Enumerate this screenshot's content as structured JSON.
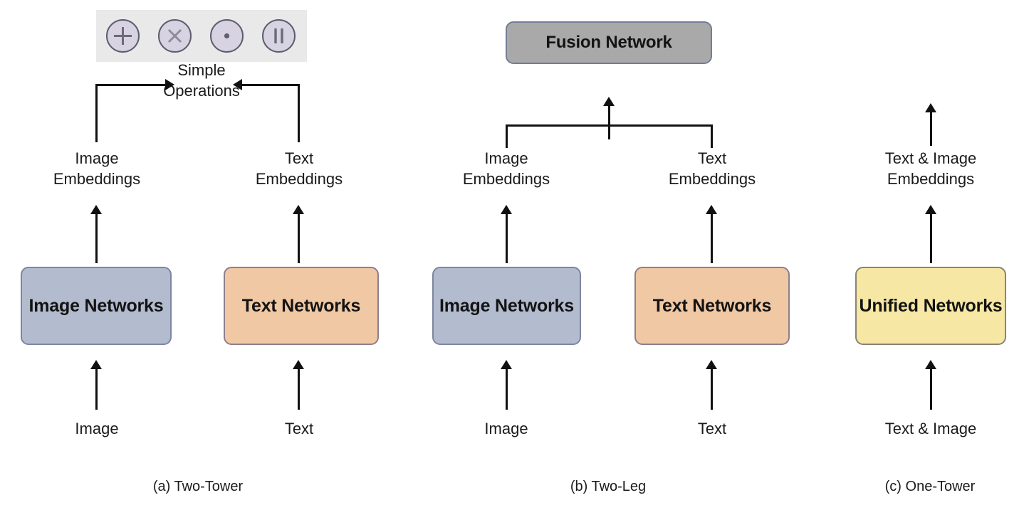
{
  "figure": {
    "title": "Multimodal model architectures",
    "panels": [
      {
        "id": "a",
        "caption": "(a) Two-Tower",
        "ops_strip": {
          "label": "Simple\nOperations",
          "operations": [
            {
              "name": "plus-icon",
              "symbol": "+"
            },
            {
              "name": "multiply-icon",
              "symbol": "×"
            },
            {
              "name": "dot-product-icon",
              "symbol": "·"
            },
            {
              "name": "concat-icon",
              "symbol": "||"
            }
          ]
        },
        "left": {
          "embedding_label": "Image\nEmbeddings",
          "box_label": "Image\nNetworks",
          "input_label": "Image"
        },
        "right": {
          "embedding_label": "Text\nEmbeddings",
          "box_label": "Text Networks",
          "input_label": "Text"
        }
      },
      {
        "id": "b",
        "caption": "(b) Two-Leg",
        "fusion_label": "Fusion Network",
        "left": {
          "embedding_label": "Image\nEmbeddings",
          "box_label": "Image\nNetworks",
          "input_label": "Image"
        },
        "right": {
          "embedding_label": "Text\nEmbeddings",
          "box_label": "Text Networks",
          "input_label": "Text"
        }
      },
      {
        "id": "c",
        "caption": "(c) One-Tower",
        "center": {
          "embedding_label": "Text & Image\nEmbeddings",
          "box_label": "Unified\nNetworks",
          "input_label": "Text & Image"
        }
      }
    ]
  },
  "colors": {
    "image_network": "#b3bbcf",
    "text_network": "#f0c8a4",
    "unified_network": "#f6e7a4",
    "fusion_network": "#a9a9a9",
    "ops_strip_bg": "#e9e9ea",
    "ops_circle": "#d7d3e3",
    "stroke": "#111111"
  }
}
